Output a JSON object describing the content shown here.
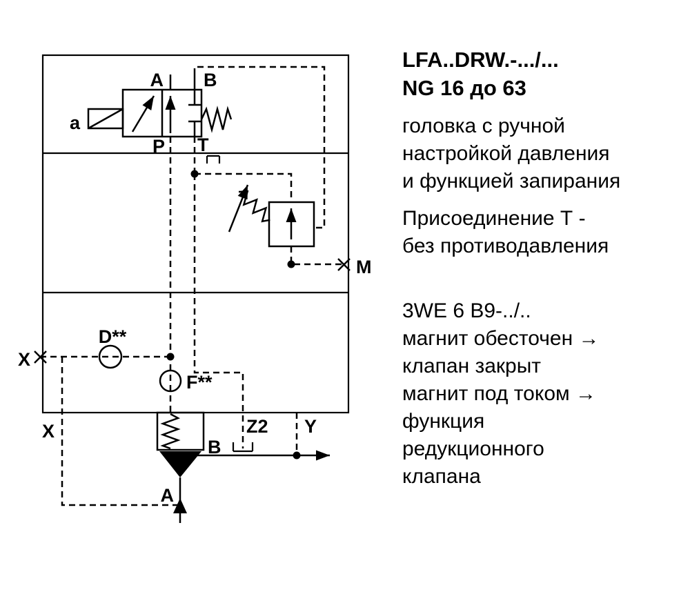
{
  "background": "#ffffff",
  "ink": "#000000",
  "diagram": {
    "labels": {
      "solenoid": "a",
      "port_a_pilot": "A",
      "port_b_pilot": "B",
      "port_p": "P",
      "port_t": "T",
      "port_m": "M",
      "port_x_left": "X",
      "port_x_bottom": "X",
      "port_y": "Y",
      "port_z2": "Z2",
      "port_b_main": "B",
      "port_a_main": "A",
      "orifice_d": "D**",
      "orifice_f": "F**"
    }
  },
  "right_panel": {
    "title1": "LFA..DRW.-.../...",
    "title2": "NG 16 до 63",
    "p1": [
      "головка с ручной",
      "настройкой давления",
      "и функцией запирания"
    ],
    "p2": [
      "Присоединение Т -",
      "без противодавления"
    ],
    "p3": [
      "3WE 6  B9-../..",
      "магнит обесточен  →",
      "клапан закрыт",
      "магнит под током  →",
      "функция",
      "редукционного",
      "клапана"
    ]
  }
}
